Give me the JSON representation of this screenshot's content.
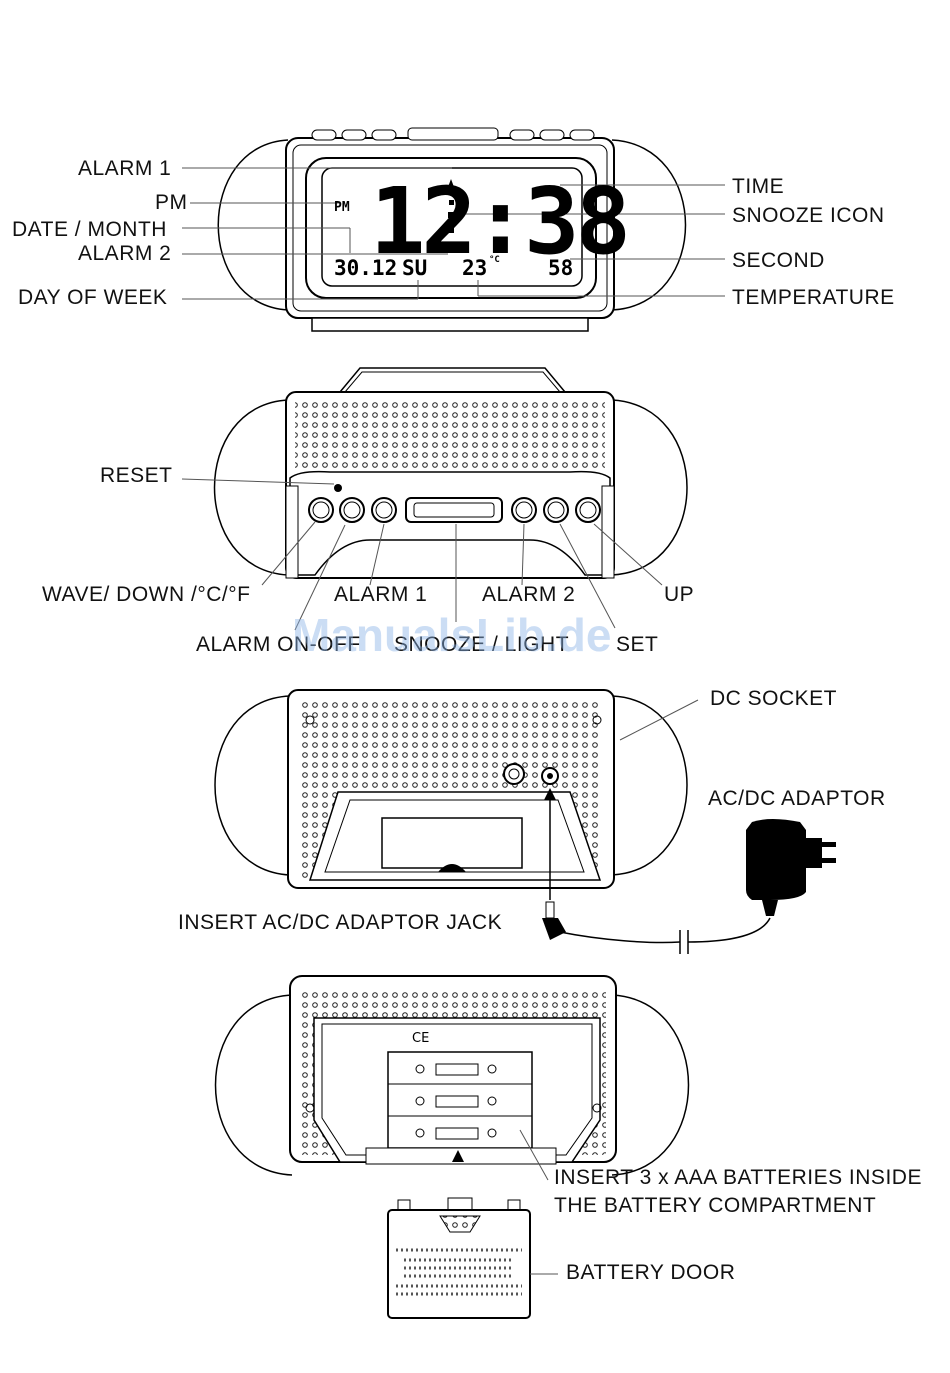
{
  "watermark": "ManualsLib.de",
  "front_view": {
    "display": {
      "time": "12:38",
      "pm": "PM",
      "date": "30.12",
      "day": "SU",
      "temperature": "23",
      "temp_unit": "°C",
      "seconds": "58"
    },
    "labels": {
      "alarm1": "ALARM 1",
      "pm": "PM",
      "date_month": "DATE / MONTH",
      "alarm2": "ALARM 2",
      "day_of_week": "DAY OF WEEK",
      "time": "TIME",
      "snooze_icon": "SNOOZE ICON",
      "second": "SECOND",
      "temperature": "TEMPERATURE"
    }
  },
  "top_view": {
    "labels": {
      "reset": "RESET",
      "wave_down": "WAVE/ DOWN /°C/°F",
      "alarm1": "ALARM 1",
      "alarm2": "ALARM 2",
      "up": "UP",
      "alarm_on_off": "ALARM ON-OFF",
      "snooze_light": "SNOOZE / LIGHT",
      "set": "SET"
    }
  },
  "back_view": {
    "labels": {
      "dc_socket": "DC SOCKET",
      "ac_dc_adaptor": "AC/DC ADAPTOR",
      "insert_jack": "INSERT AC/DC ADAPTOR JACK"
    }
  },
  "bottom_view": {
    "labels": {
      "insert_batteries_line1": "INSERT 3 x AAA BATTERIES INSIDE",
      "insert_batteries_line2": "THE BATTERY COMPARTMENT",
      "battery_door": "BATTERY DOOR"
    }
  }
}
